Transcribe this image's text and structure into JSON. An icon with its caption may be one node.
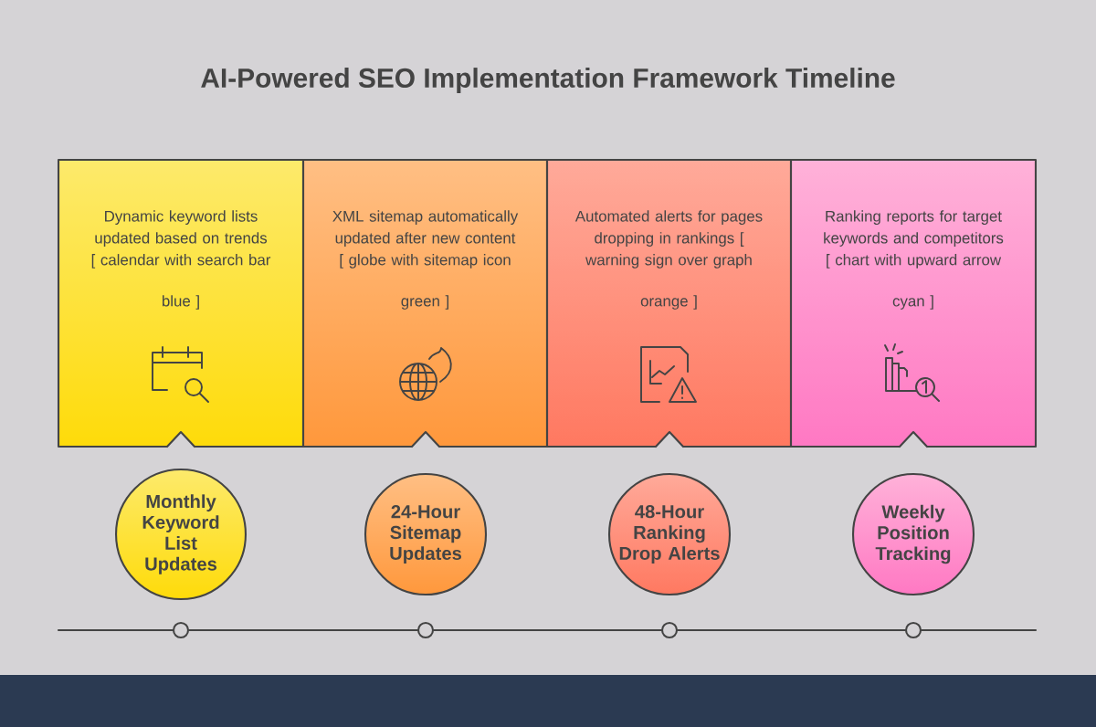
{
  "diagram": {
    "title": "AI-Powered SEO Implementation Framework Timeline",
    "nodes": [
      {
        "text": [
          "Dynamic keyword lists updated based on trends [ calendar with search bar",
          "blue ]"
        ]
      },
      {
        "text": [
          "XML sitemap automatically updated after new content [ globe with sitemap icon",
          "green ]"
        ]
      },
      {
        "text": [
          "Automated alerts for pages dropping in rankings [ warning sign over graph",
          "orange ]"
        ]
      },
      {
        "text": [
          "Ranking reports for target keywords and competitors [ chart with upward arrow",
          "cyan ]"
        ]
      },
      {
        "text": [
          "Monthly Keyword List Updates"
        ]
      },
      {
        "text": [
          "24-Hour Sitemap Updates"
        ]
      },
      {
        "text": [
          "48-Hour Ranking Drop Alerts"
        ]
      },
      {
        "text": [
          "Weekly Position Tracking"
        ]
      },
      {
        "text": [],
        "shape": "circle"
      },
      {
        "text": [],
        "shape": "circle"
      },
      {
        "text": [],
        "shape": "circle"
      },
      {
        "text": [],
        "shape": "circle"
      }
    ],
    "edges": [
      {
        "from": null,
        "to": 8,
        "arrow": "none"
      },
      {
        "from": 8,
        "to": 9,
        "arrow": "none"
      },
      {
        "from": 9,
        "to": 10,
        "arrow": "none"
      },
      {
        "from": 10,
        "to": 11,
        "arrow": "none"
      },
      {
        "from": 11,
        "to": null,
        "arrow": "none"
      }
    ]
  }
}
